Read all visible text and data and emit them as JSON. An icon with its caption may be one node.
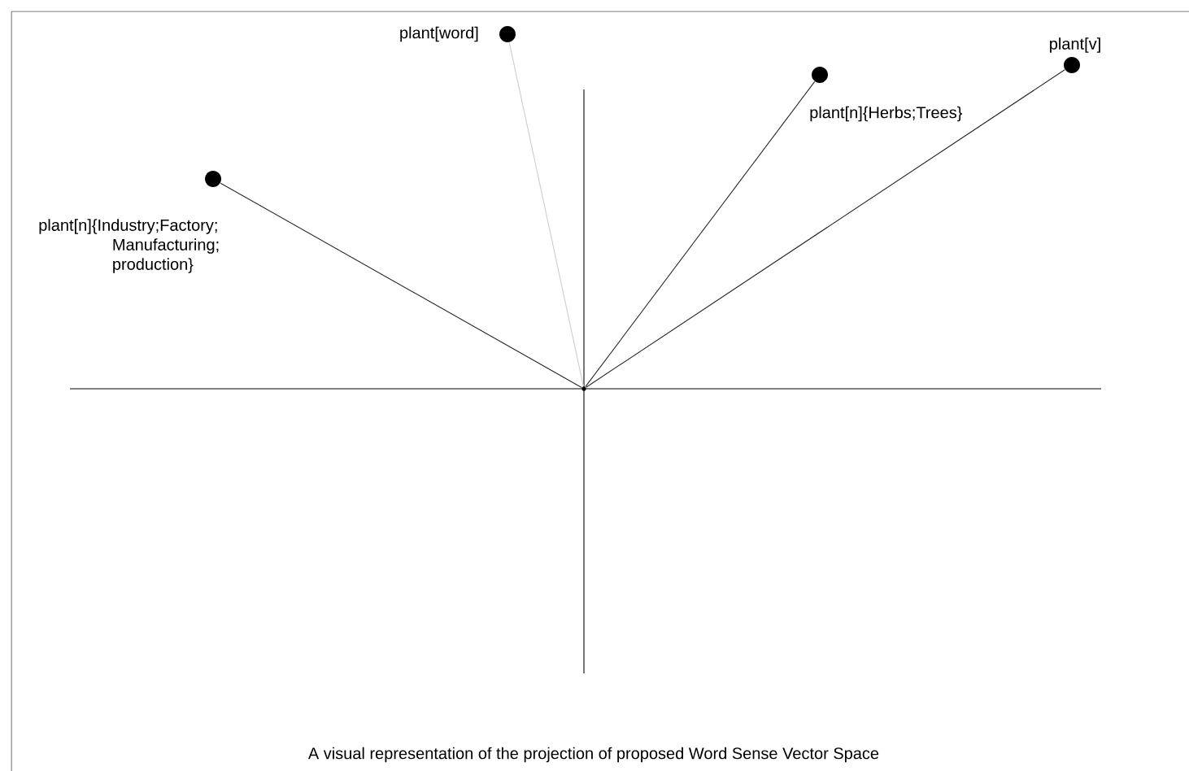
{
  "diagram": {
    "caption": "A visual representation of the projection of  proposed Word Sense Vector Space",
    "nodes": [
      {
        "text": [],
        "shape": "circle",
        "beside": [
          "plant[word]"
        ]
      },
      {
        "text": [],
        "shape": "circle",
        "beside": [
          "plant[v]"
        ]
      },
      {
        "text": [],
        "shape": "circle",
        "beside": [
          "plant[n]{Herbs;Trees}"
        ]
      },
      {
        "text": [],
        "shape": "circle",
        "beside": [
          "plant[n]{Industry;Factory; Manufacturing; production}"
        ]
      },
      {
        "text": [],
        "shape": "point"
      }
    ],
    "edges": [
      {
        "from": 4,
        "to": 0,
        "arrow": "none",
        "color": "#cccccc"
      },
      {
        "from": 4,
        "to": 1,
        "arrow": "none"
      },
      {
        "from": 4,
        "to": 2,
        "arrow": "none"
      },
      {
        "from": 4,
        "to": 3,
        "arrow": "none"
      }
    ]
  }
}
